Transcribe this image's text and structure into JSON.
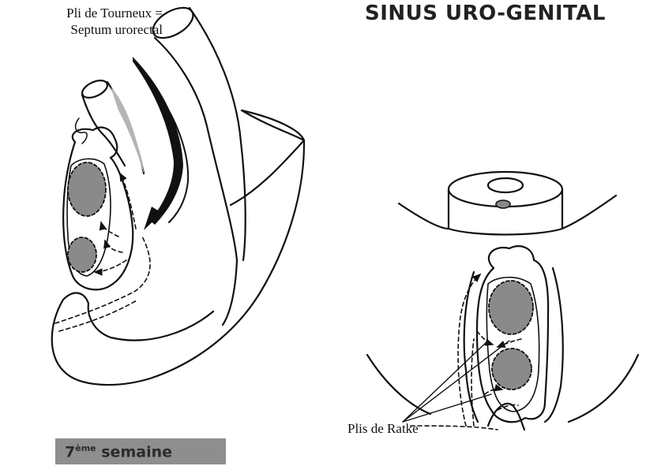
{
  "title": "SINUS URO-GENITAL",
  "labels": {
    "tourneux_line1": "Pli de Tourneux =",
    "tourneux_line2": "Septum urorectal",
    "ratke": "Plis de Ratke"
  },
  "week_badge": {
    "number": "7",
    "suffix": "ème",
    "word": "semaine",
    "bg_color": "#8e8e8e"
  },
  "colors": {
    "ink": "#111111",
    "lumen_fill": "#8a8a8a",
    "shadow_fill": "#b5b5b5"
  }
}
